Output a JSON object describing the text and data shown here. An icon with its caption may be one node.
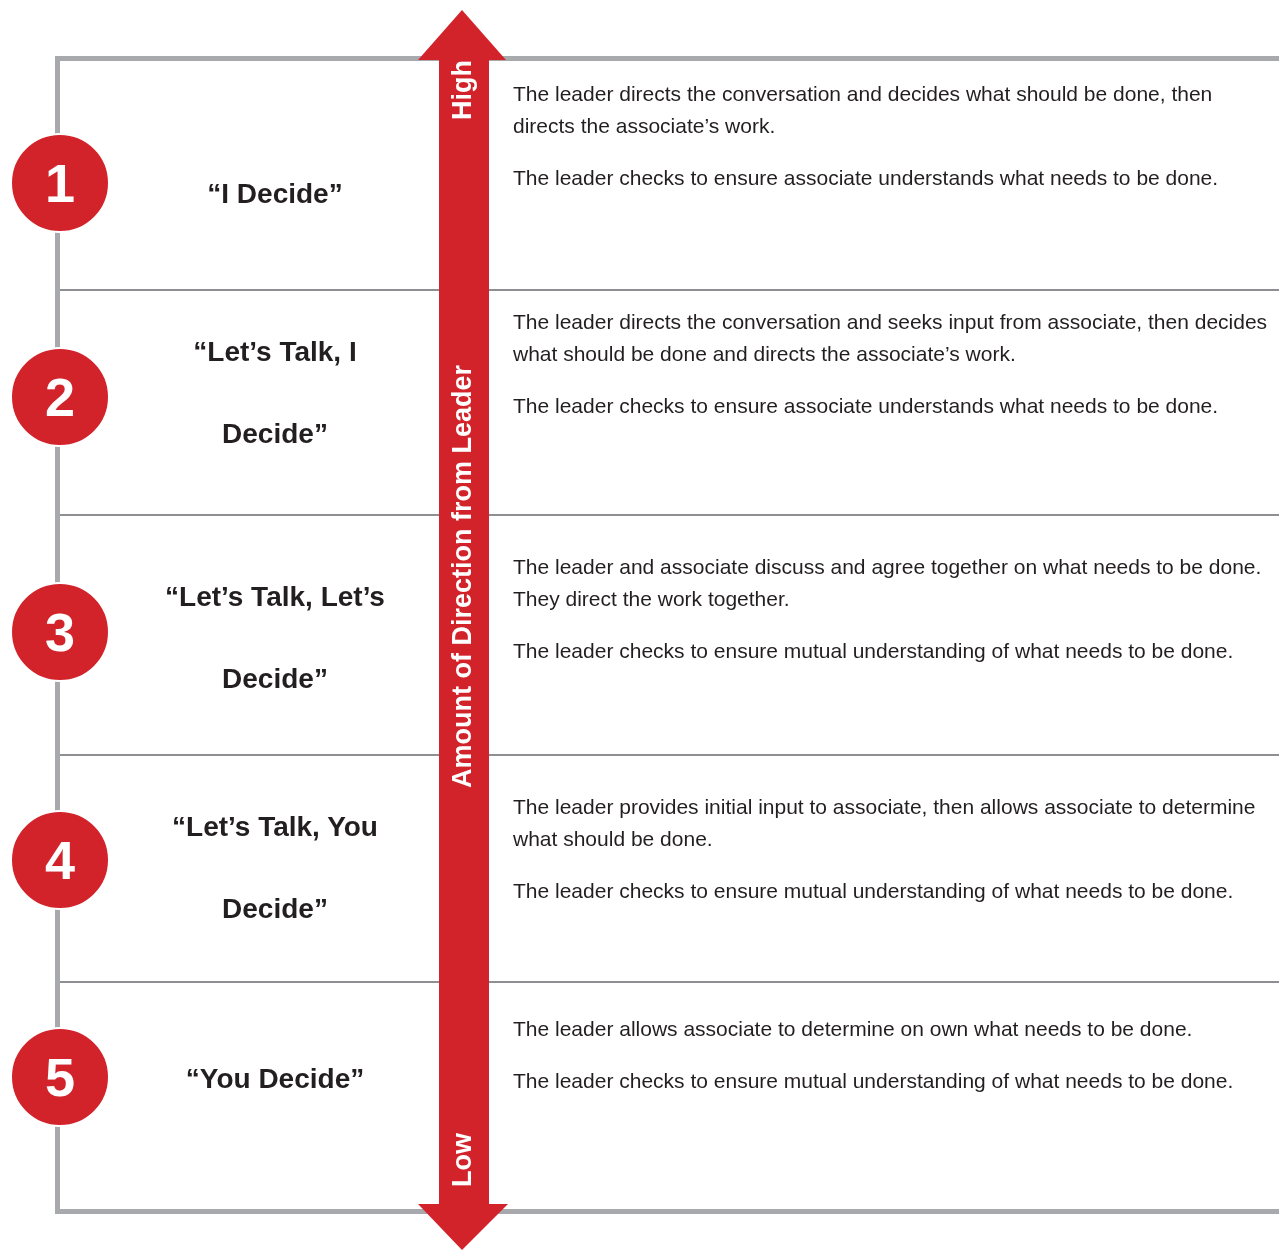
{
  "diagram": {
    "nodes": [
      {
        "text": [
          "1"
        ]
      },
      {
        "text": [
          "“I Decide”",
          "The leader directs the conversation and decides what should be done, then directs the associate’s work.",
          "The leader checks to ensure associate understands what needs to be done."
        ]
      },
      {
        "text": [
          "2"
        ]
      },
      {
        "text": [
          "“Let’s Talk, I Decide”",
          "The leader directs the conversation and seeks input from associate, then decides what should be done and directs the associate’s work.",
          "The leader checks to ensure associate understands what needs to be done."
        ]
      },
      {
        "text": [
          "3"
        ]
      },
      {
        "text": [
          "“Let’s Talk, Let’s Decide”",
          "The leader and associate discuss and agree together on what needs to be done. They direct the work together.",
          "The leader checks to ensure mutual understanding of what needs to be done."
        ]
      },
      {
        "text": [
          "4"
        ]
      },
      {
        "text": [
          "“Let’s Talk, You Decide”",
          "The leader provides initial input to associate, then allows associate to determine what should be done.",
          "The leader checks to ensure mutual understanding of what needs to be done."
        ]
      },
      {
        "text": [
          "5"
        ]
      },
      {
        "text": [
          "“You Decide”",
          "The leader allows associate to determine on own what needs to be done.",
          "The leader checks to ensure mutual understanding of what needs to be done."
        ]
      }
    ],
    "edges": [],
    "labels": [
      "High",
      "Amount of Direction from Leader",
      "Low"
    ]
  }
}
